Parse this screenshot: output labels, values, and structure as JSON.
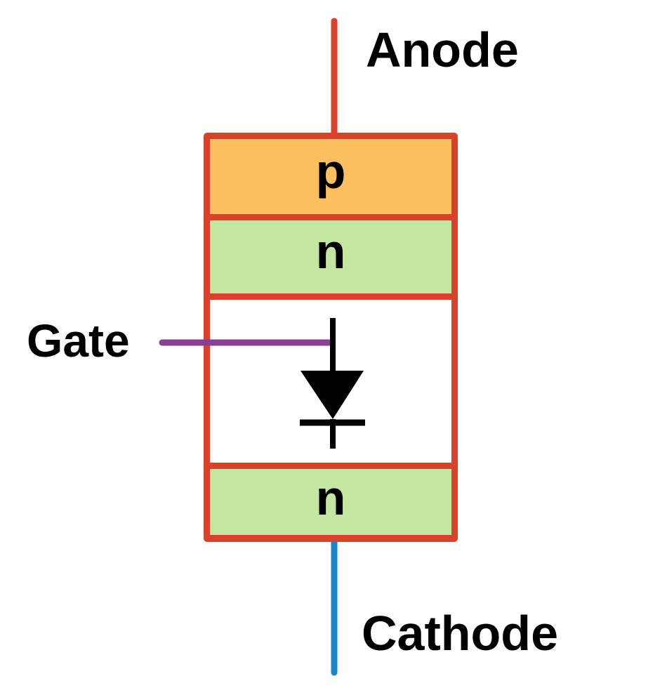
{
  "diagram": {
    "title": "Thyristor (SCR) structure",
    "terminals": {
      "anode": "Anode",
      "cathode": "Cathode",
      "gate": "Gate"
    },
    "layers": [
      {
        "label": "p",
        "type": "p-type",
        "color": "#FDBF5F"
      },
      {
        "label": "n",
        "type": "n-type",
        "color": "#C3E6A0"
      },
      {
        "label": "",
        "type": "junction-with-diode-symbol",
        "color": "#FFFFFF"
      },
      {
        "label": "n",
        "type": "n-type",
        "color": "#C3E6A0"
      }
    ],
    "colors": {
      "outline": "#D9412A",
      "anode_lead": "#D9412A",
      "cathode_lead": "#1A86C7",
      "gate_lead": "#8A3E94",
      "symbol": "#000000",
      "text": "#000000"
    },
    "symbol": "diode-pointing-down"
  }
}
